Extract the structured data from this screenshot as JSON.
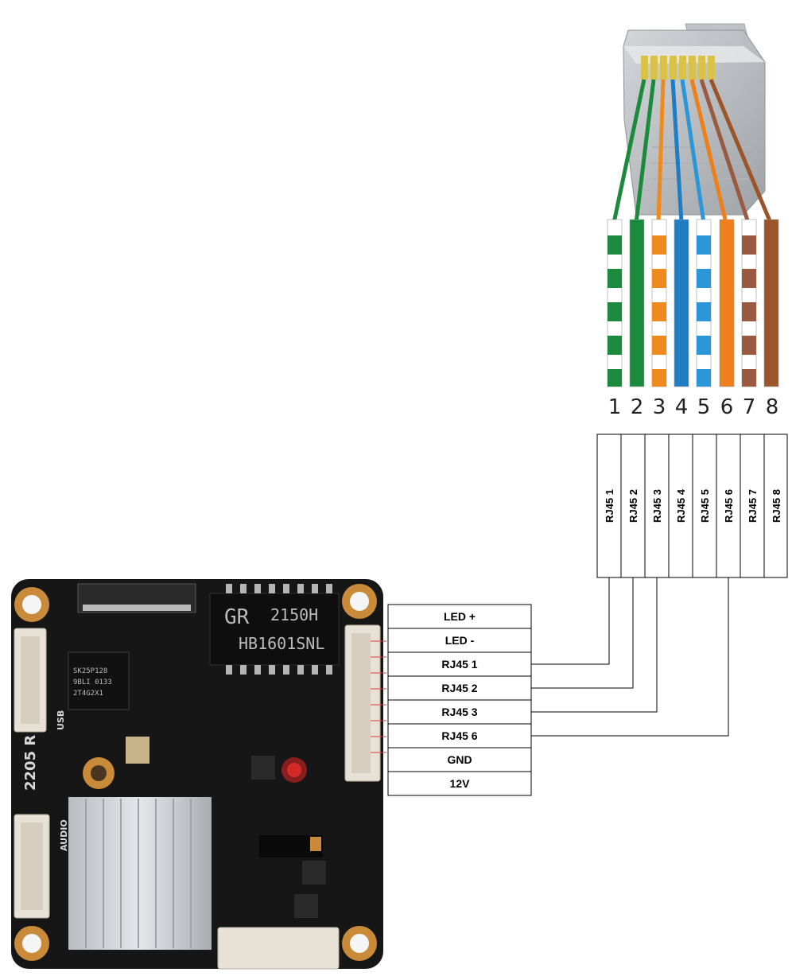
{
  "connector": {
    "pin_numbers": [
      "1",
      "2",
      "3",
      "4",
      "5",
      "6",
      "7",
      "8"
    ]
  },
  "wire_colors": [
    {
      "base": "#ffffff",
      "stripe": "#1b8a3c"
    },
    {
      "base": "#1b8a3c",
      "stripe": "#1b8a3c"
    },
    {
      "base": "#ffffff",
      "stripe": "#ef8a1e"
    },
    {
      "base": "#1f7dc4",
      "stripe": "#1f7dc4"
    },
    {
      "base": "#ffffff",
      "stripe": "#2b97d8"
    },
    {
      "base": "#ef7f1a",
      "stripe": "#ef7f1a"
    },
    {
      "base": "#ffffff",
      "stripe": "#9a5a40"
    },
    {
      "base": "#9b5528",
      "stripe": "#9b5528"
    }
  ],
  "rj45_table": {
    "labels": [
      "RJ45 1",
      "RJ45 2",
      "RJ45 3",
      "RJ45 4",
      "RJ45 5",
      "RJ45 6",
      "RJ45 7",
      "RJ45 8"
    ]
  },
  "board_pins": {
    "labels": [
      "LED +",
      "LED -",
      "RJ45 1",
      "RJ45 2",
      "RJ45 3",
      "RJ45 6",
      "GND",
      "12V"
    ]
  },
  "pcb": {
    "chip_main_line1": "2150H",
    "chip_main_line2": "HB1601SNL",
    "chip_main_logo": "GR",
    "chip_flash_line1": "SK25P128",
    "chip_flash_line2": "9BLI 0133",
    "chip_flash_line3": "2T4G2X1",
    "silk_usb": "USB",
    "silk_audio": "AUDIO",
    "silk_model": "2205 R"
  },
  "colors": {
    "pcb": "#161616",
    "pad_gold": "#c98a3a",
    "heatsink": "#c8ccd0",
    "connector_body": "#e8e2d6"
  }
}
